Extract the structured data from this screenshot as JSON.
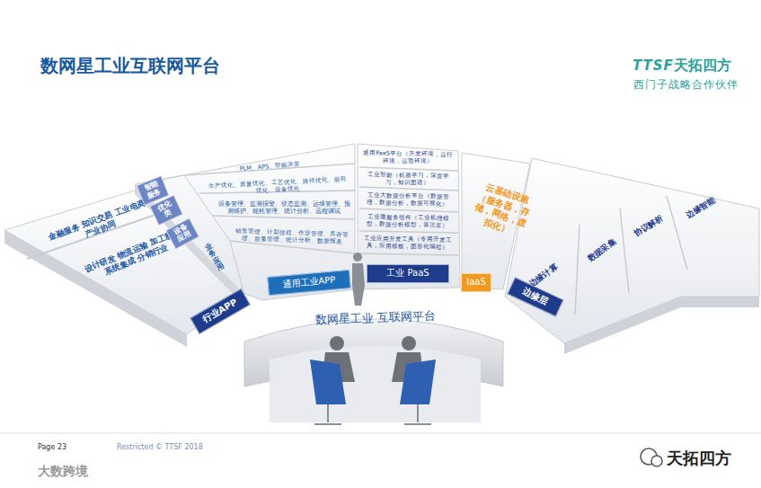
{
  "diagram": {
    "title": "数网星工业互联网平台",
    "nodes": [
      {
        "text": [
          "金融服务 知识交易 工业电商 产业协同"
        ]
      },
      {
        "text": [
          "设计研发 物流运输 加工制造 系统集成 分销行业"
        ]
      },
      {
        "text": [
          "行业APP"
        ]
      },
      {
        "text": [
          "智能服务"
        ]
      },
      {
        "text": [
          "PLM、APS、智能决策"
        ]
      },
      {
        "text": [
          "优化类"
        ]
      },
      {
        "text": [
          "生产优化、质量优化、工艺优化、路径优化、能耗优化、设备优化"
        ]
      },
      {
        "text": [
          "设备应用"
        ]
      },
      {
        "text": [
          "设备管理、监测报警、状态监测、运维管理、预测维护、能耗管理、统计分析、远程调试"
        ]
      },
      {
        "text": [
          "业务应用"
        ]
      },
      {
        "text": [
          "销售管理、计划排程、作业管理、库存管理、质量管理、统计分析、数据报表"
        ]
      },
      {
        "text": [
          "通用工业APP"
        ]
      },
      {
        "text": [
          "通用PaaS平台（开发环境，运行环境，运营环境）"
        ]
      },
      {
        "text": [
          "工业智能（机器学习，深度学习，知识图谱）"
        ]
      },
      {
        "text": [
          "工业大数据分析平台（数据管理，数据分析，数据可视化）"
        ]
      },
      {
        "text": [
          "工业微服务组件（工业机理模型，数据分析模型，算法库）"
        ]
      },
      {
        "text": [
          "工业应用开发工具（专用开发工具，应用模板，图形化编程）"
        ]
      },
      {
        "text": [
          "工业 PaaS"
        ]
      },
      {
        "text": [
          "云基础设施（服务器，存储，网络，虚拟化）"
        ]
      },
      {
        "text": [
          "IaaS"
        ]
      },
      {
        "text": [
          "边缘计算"
        ]
      },
      {
        "text": [
          "数据采集"
        ]
      },
      {
        "text": [
          "协议解析"
        ]
      },
      {
        "text": [
          "边缘智能"
        ]
      },
      {
        "text": [
          "边缘层"
        ]
      },
      {
        "text": [
          "数网星工业 互联网平台"
        ]
      }
    ],
    "labels": [
      "TTSF",
      "天拓四方",
      "西门子战略合作伙伴",
      "Page 23",
      "Restricted © TTSF 2018",
      "大数跨境",
      "天拓四方"
    ]
  }
}
